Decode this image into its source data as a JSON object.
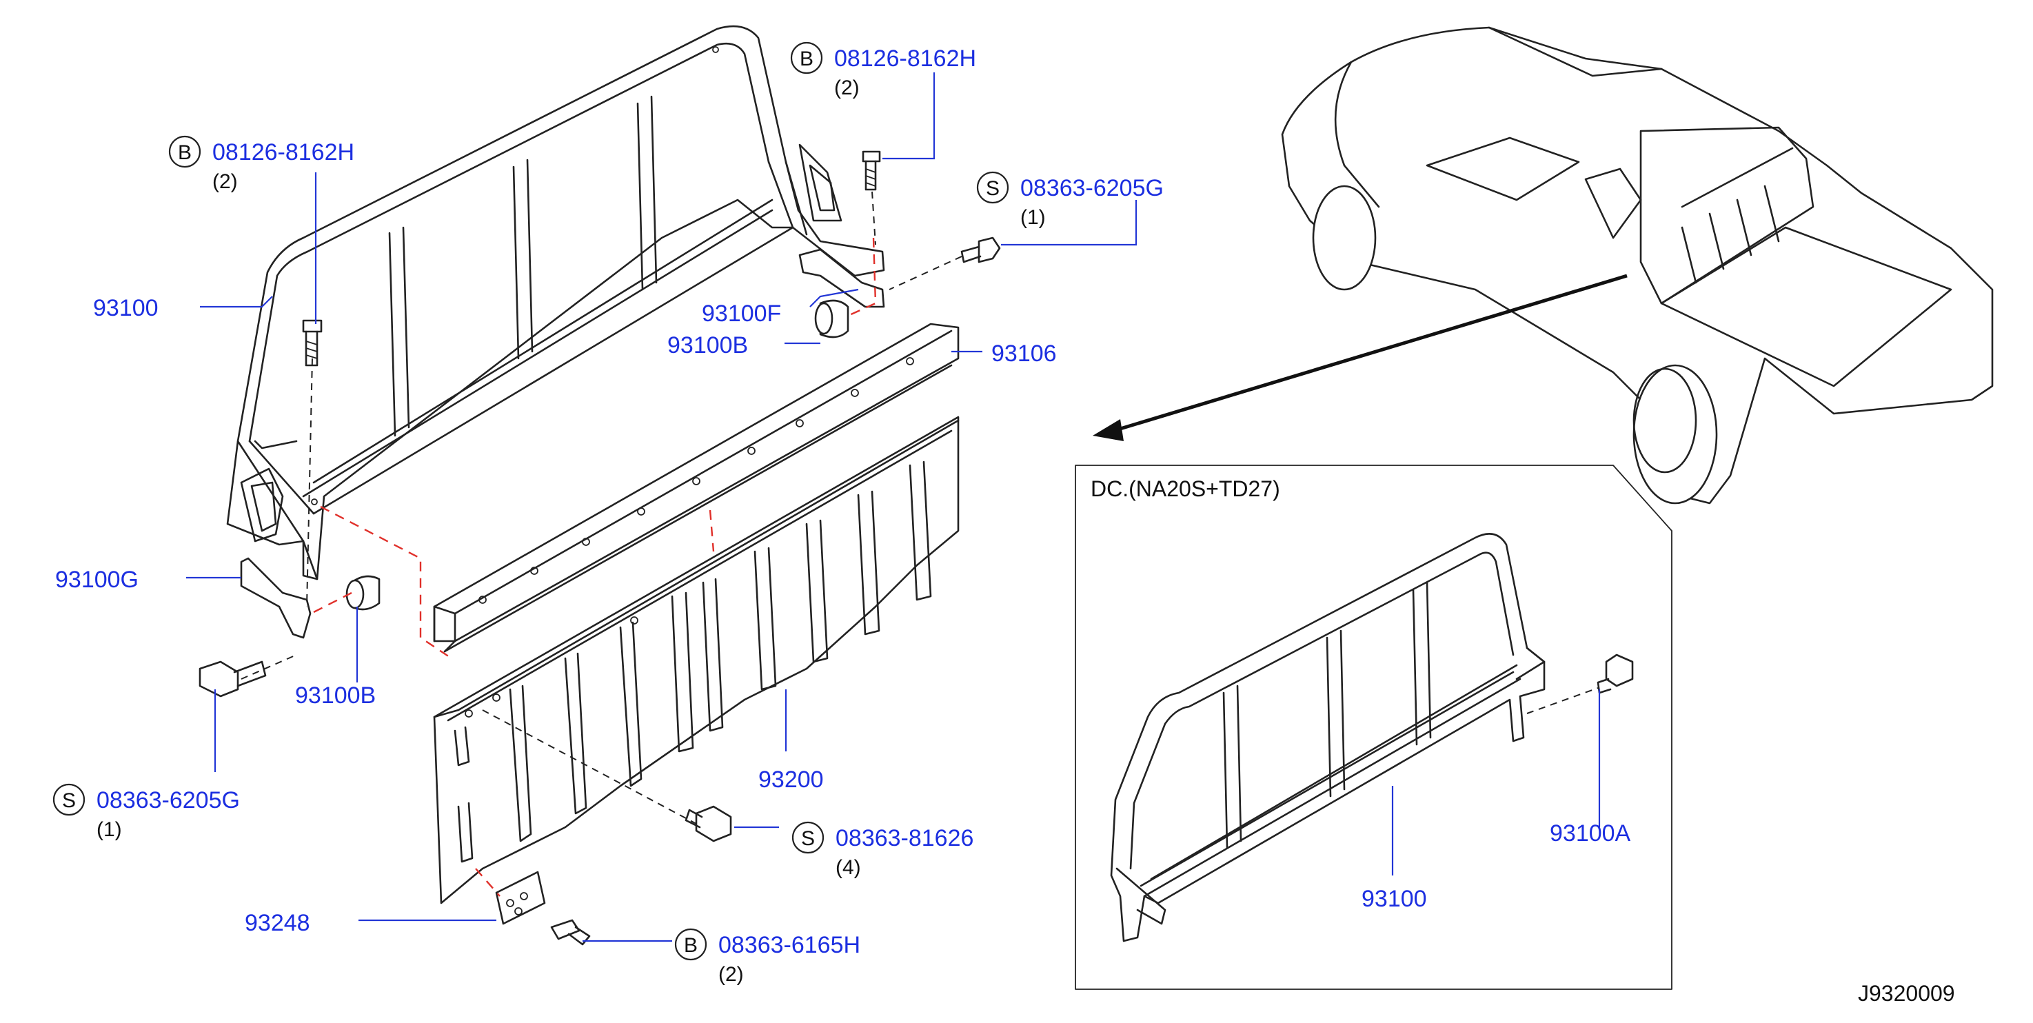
{
  "callouts": {
    "b_top": {
      "letter": "B",
      "part": "08126-8162H",
      "qty": "(2)"
    },
    "b_left": {
      "letter": "B",
      "part": "08126-8162H",
      "qty": "(2)"
    },
    "s_top": {
      "letter": "S",
      "part": "08363-6205G",
      "qty": "(1)"
    },
    "s_left": {
      "letter": "S",
      "part": "08363-6205G",
      "qty": "(1)"
    },
    "s_mid": {
      "letter": "S",
      "part": "08363-81626",
      "qty": "(4)"
    },
    "b_bottom": {
      "letter": "B",
      "part": "08363-6165H",
      "qty": "(2)"
    }
  },
  "labels": {
    "p93100": "93100",
    "p93100F": "93100F",
    "p93100B_top": "93100B",
    "p93106": "93106",
    "p93100G": "93100G",
    "p93100B_left": "93100B",
    "p93200": "93200",
    "p93248": "93248",
    "inset_93100A": "93100A",
    "inset_93100": "93100"
  },
  "inset": {
    "title": "DC.(NA20S+TD27)"
  },
  "diagram_code": "J9320009"
}
